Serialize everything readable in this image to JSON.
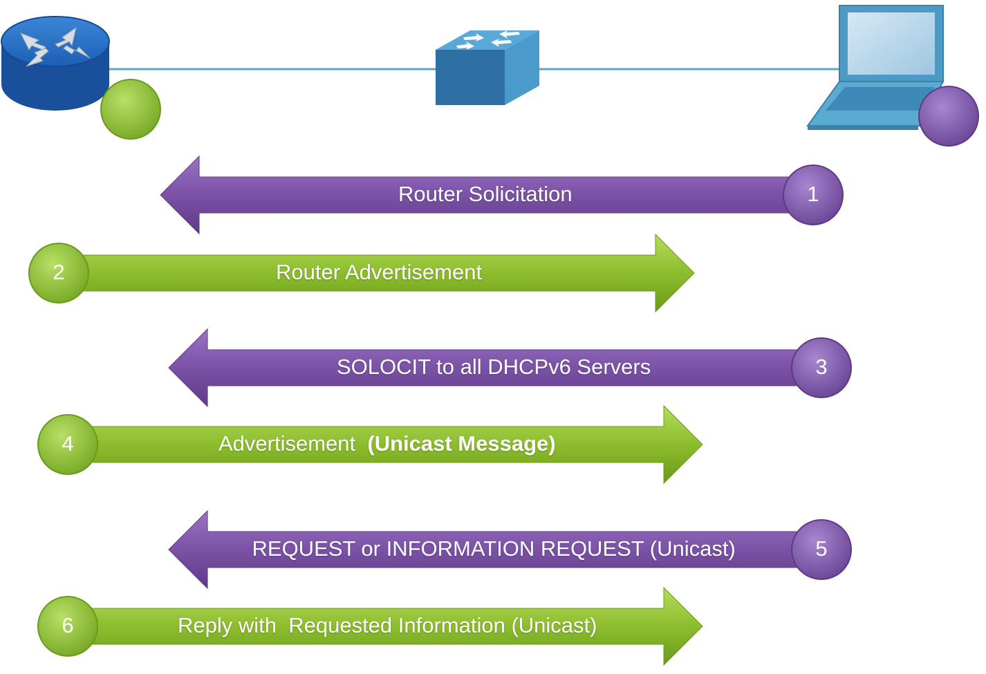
{
  "devices": [
    {
      "id": "router",
      "icon": "router-icon"
    },
    {
      "id": "switch",
      "icon": "switch-icon"
    },
    {
      "id": "laptop",
      "icon": "laptop-icon"
    }
  ],
  "colors": {
    "purple": "#7b52a6",
    "purple_dark": "#5e3a86",
    "green": "#8dbd2e",
    "green_dark": "#6a9a1a",
    "router_blue": "#1c5fb6",
    "switch_blue": "#3e8fc4",
    "link": "#5aa7c0"
  },
  "messages": [
    {
      "step": "1",
      "label": "Router Solicitation",
      "bold": "",
      "direction": "to-router"
    },
    {
      "step": "2",
      "label": "Router Advertisement",
      "bold": "",
      "direction": "to-client"
    },
    {
      "step": "3",
      "label": "SOLOCIT to all DHCPv6 Servers",
      "bold": "",
      "direction": "to-router"
    },
    {
      "step": "4",
      "label": "Advertisement  ",
      "bold": "(Unicast Message)",
      "direction": "to-client"
    },
    {
      "step": "5",
      "label": "REQUEST or INFORMATION REQUEST (Unicast)",
      "bold": "",
      "direction": "to-router"
    },
    {
      "step": "6",
      "label": "Reply with  Requested Information (Unicast)",
      "bold": "",
      "direction": "to-client"
    }
  ]
}
